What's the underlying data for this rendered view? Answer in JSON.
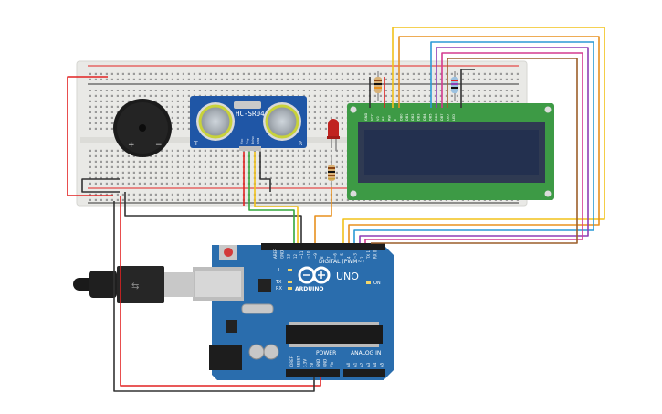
{
  "sensor": {
    "model": "HC-SR04",
    "pin_left": "T",
    "pin_right": "R",
    "pins": [
      "Vcc",
      "Trig",
      "Echo",
      "Gnd"
    ]
  },
  "buzzer": {
    "plus": "+",
    "minus": "−"
  },
  "arduino": {
    "brand": "ARDUINO",
    "model": "UNO",
    "digital_header": "DIGITAL (PWM~)",
    "power_header": "POWER",
    "analog_header": "ANALOG IN",
    "led_on": "ON",
    "led_l": "L",
    "led_tx": "TX",
    "led_rx": "RX",
    "digital_pins": [
      "AREF",
      "GND",
      "13",
      "12",
      "~11",
      "~10",
      "~9",
      "8",
      "7",
      "~6",
      "~5",
      "4",
      "~3",
      "2",
      "TX 1",
      "RX 0"
    ],
    "power_pins": [
      "IOREF",
      "RESET",
      "3.3V",
      "5V",
      "GND",
      "GND",
      "Vin"
    ],
    "analog_pins": [
      "A0",
      "A1",
      "A2",
      "A3",
      "A4",
      "A5"
    ]
  },
  "lcd": {
    "pins": [
      "GND",
      "VCC",
      "V0",
      "RS",
      "RW",
      "E",
      "DB0",
      "DB1",
      "DB2",
      "DB3",
      "DB4",
      "DB5",
      "DB6",
      "DB7",
      "LED",
      "LED"
    ]
  },
  "colors": {
    "breadboard": "#e9e9e6",
    "board": "#2a6dad",
    "lcd_pcb": "#3d9a45",
    "lcd_screen": "#23304f",
    "sensor_pcb": "#1f56a6",
    "wire_red": "#e22222",
    "wire_black": "#333333",
    "wire_yellow": "#f2c21a",
    "wire_orange": "#e8901e",
    "wire_green": "#34a83c",
    "wire_blue": "#2a9ad6",
    "wire_purple": "#8d3fb5",
    "wire_magenta": "#d43a8f",
    "wire_brown": "#9c5f2a",
    "led_red": "#c0231f"
  }
}
